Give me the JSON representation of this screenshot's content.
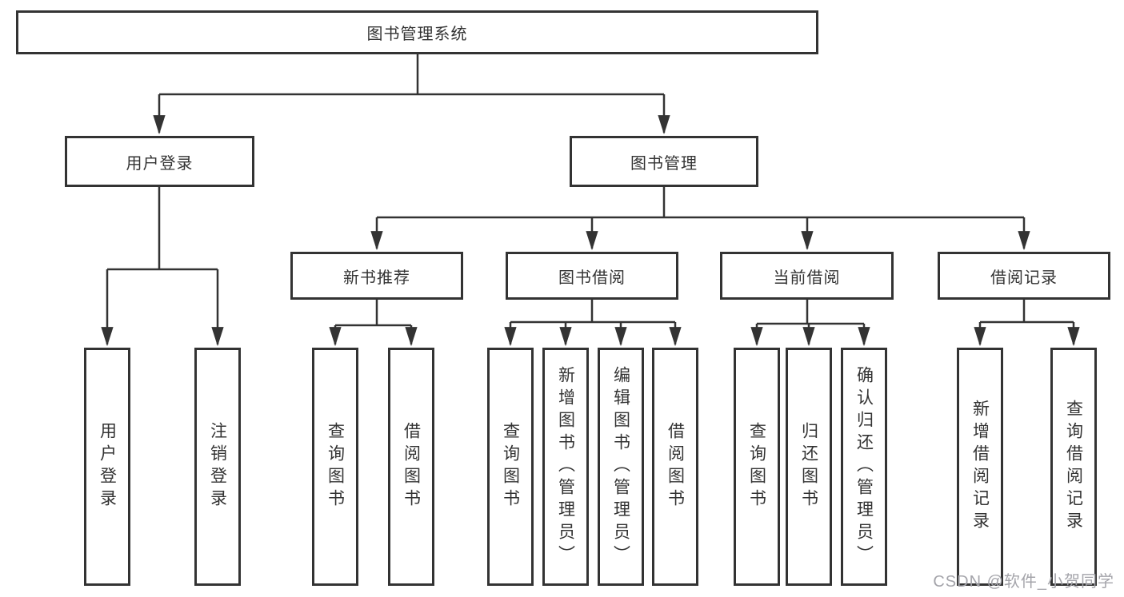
{
  "tree": {
    "root": "图书管理系统",
    "branches": [
      {
        "label": "用户登录",
        "children": [
          "用户登录",
          "注销登录"
        ]
      },
      {
        "label": "图书管理",
        "children": [
          {
            "label": "新书推荐",
            "children": [
              "查询图书",
              "借阅图书"
            ]
          },
          {
            "label": "图书借阅",
            "children": [
              "查询图书",
              "新增图书（管理员）",
              "编辑图书（管理员）",
              "借阅图书"
            ]
          },
          {
            "label": "当前借阅",
            "children": [
              "查询图书",
              "归还图书",
              "确认归还（管理员）"
            ]
          },
          {
            "label": "借阅记录",
            "children": [
              "新增借阅记录",
              "查询借阅记录"
            ]
          }
        ]
      }
    ]
  },
  "watermark": "CSDN @软件_小贺同学",
  "colors": {
    "line": "#333333",
    "text": "#333333",
    "background": "#ffffff",
    "watermark": "#a4a4aa"
  }
}
